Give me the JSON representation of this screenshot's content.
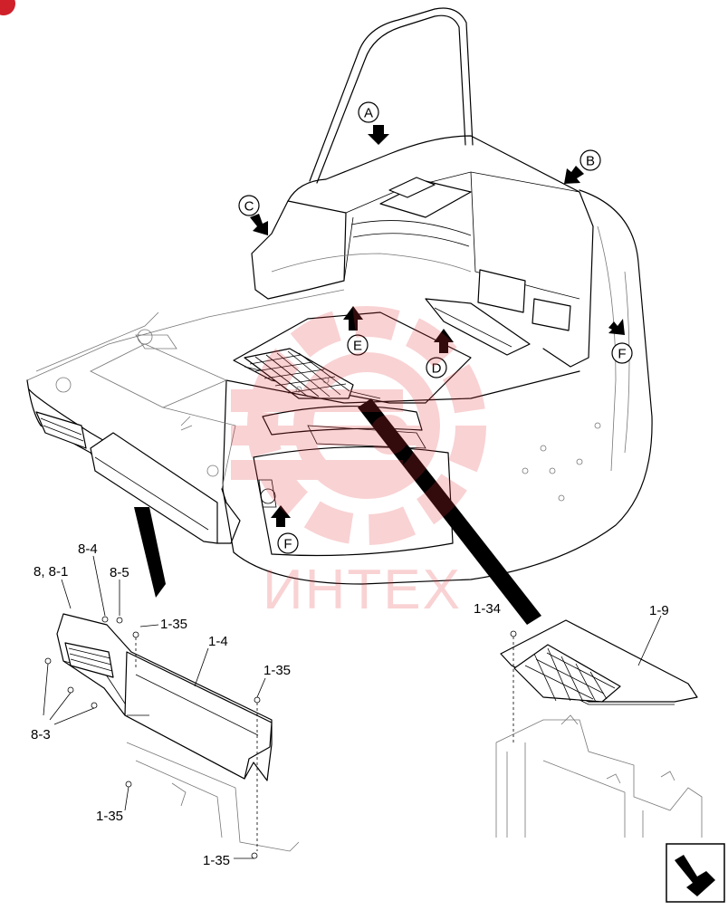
{
  "view_labels": [
    "A",
    "B",
    "C",
    "D",
    "E",
    "F",
    "F"
  ],
  "part_labels": {
    "p8_81": "8, 8-1",
    "p8_4": "8-4",
    "p8_5": "8-5",
    "p1_35_a": "1-35",
    "p1_4": "1-4",
    "p1_35_b": "1-35",
    "p8_3": "8-3",
    "p1_35_c": "1-35",
    "p1_35_d": "1-35",
    "p1_34": "1-34",
    "p1_9": "1-9"
  },
  "watermark": {
    "text": "ИНТЕХ",
    "color": "#e8353a"
  },
  "corner_badge_color": "#d0202a"
}
